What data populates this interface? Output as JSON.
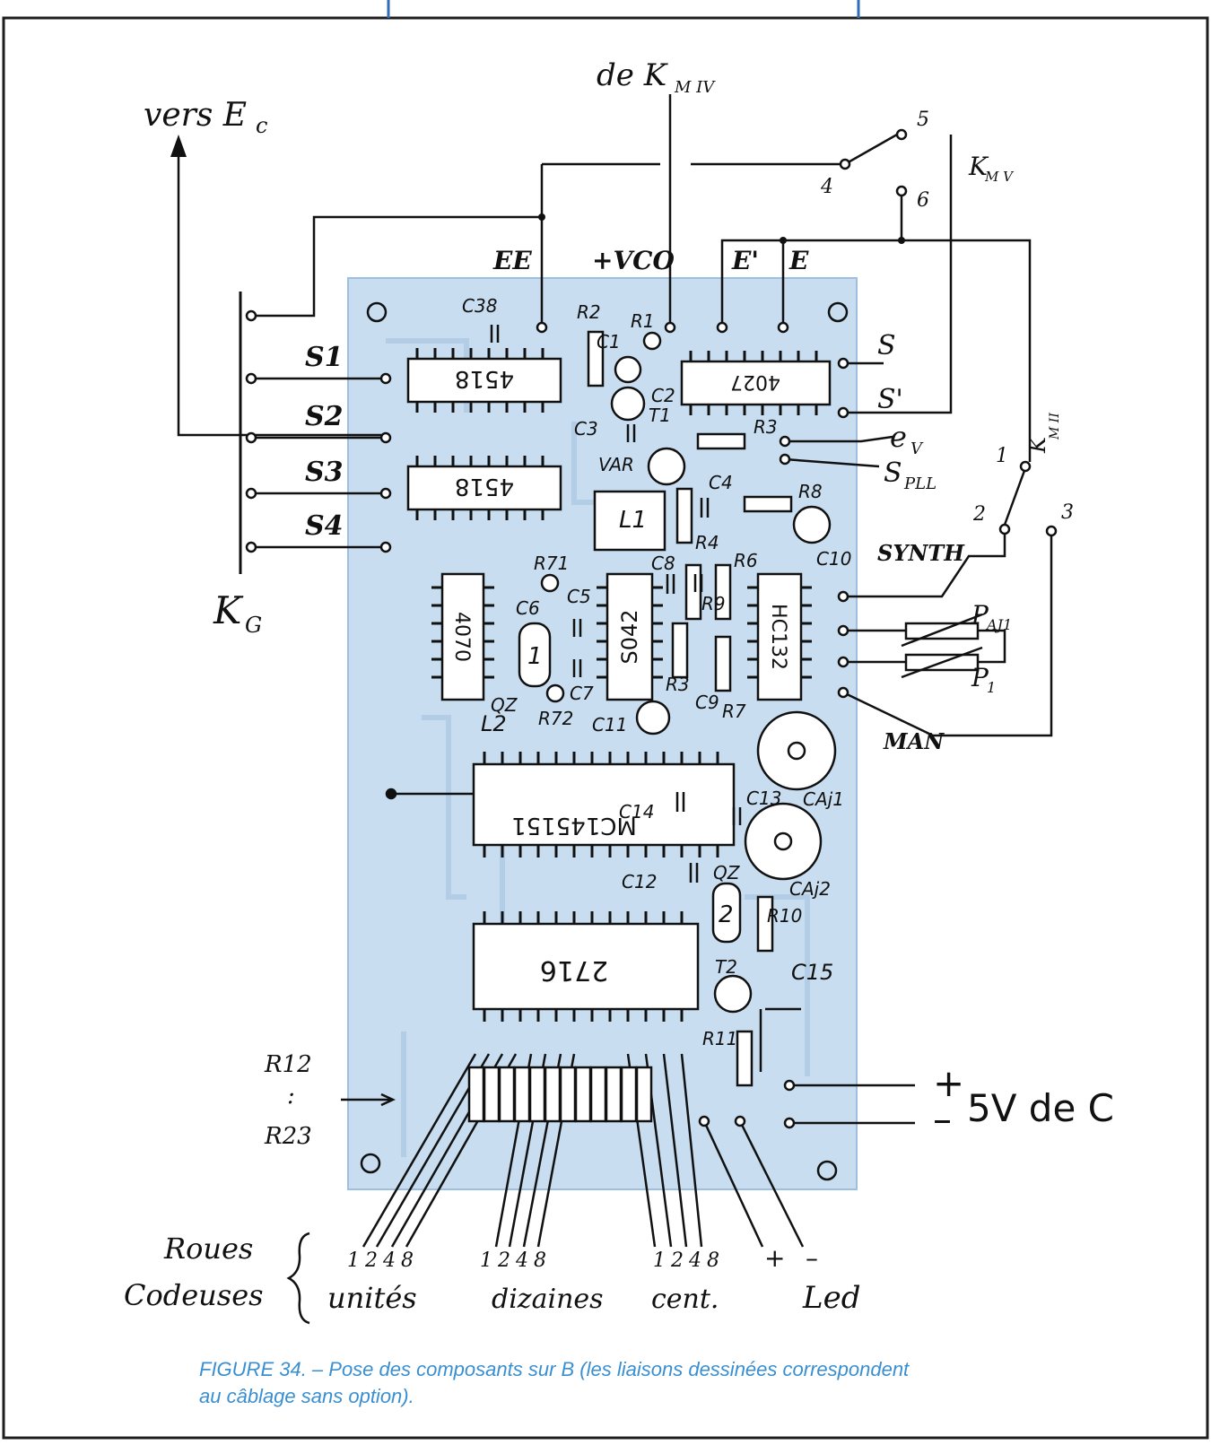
{
  "labels": {
    "vers_ec": "vers E",
    "vers_ec_sub": "c",
    "de_km4": "de K",
    "de_km4_sub": "M IV",
    "ee": "EE",
    "vco": "+VCO",
    "e_prime": "E'",
    "e": "E",
    "km5": "K",
    "km5_sub": "M V",
    "km2": "K",
    "km2_sub": "M II",
    "kg": "K",
    "kg_sub": "G",
    "s": "S",
    "s_prime": "S'",
    "ev": "e",
    "ev_sub": "V",
    "spll": "S",
    "spll_sub": "PLL",
    "synth": "SYNTH",
    "man": "MAN",
    "paj1": "P",
    "paj1_sub": "AJ1",
    "p1": "P",
    "p1_sub": "1",
    "v5": "5V de C",
    "plus": "+",
    "minus": "–",
    "r12": "R12",
    "r_dots": ":",
    "r23": "R23",
    "sw_4": "4",
    "sw_5": "5",
    "sw_6": "6",
    "sw_1": "1",
    "sw_2": "2",
    "sw_3": "3"
  },
  "s_lines": [
    "S1",
    "S2",
    "S3",
    "S4"
  ],
  "chips": {
    "u4518a": "4518",
    "u4518b": "4518",
    "u4027": "4027",
    "u4070": "4070",
    "s042": "S042",
    "hc132": "HC132",
    "mc145151": "MC145151",
    "u2716": "2716"
  },
  "components": {
    "c38": "C38",
    "r2": "R2",
    "r1": "R1",
    "c1": "C1",
    "c2": "C2",
    "t1": "T1",
    "c3": "C3",
    "r3a": "R3",
    "var": "VAR",
    "c4": "C4",
    "r8": "R8",
    "l1": "L1",
    "r4": "R4",
    "c10": "C10",
    "r71": "R71",
    "c8": "C8",
    "r6": "R6",
    "r9": "R9",
    "c6": "C6",
    "c5": "C5",
    "q1": "1",
    "c7": "C7",
    "qz": "QZ",
    "r72": "R72",
    "l2": "L2",
    "c11": "C11",
    "r3b": "R3",
    "c9": "C9",
    "r7": "R7",
    "caj1": "CAj1",
    "c13": "C13",
    "c14": "C14",
    "c12": "C12",
    "qz2": "QZ",
    "q2": "2",
    "caj2": "CAj2",
    "r10": "R10",
    "c15": "C15",
    "t2": "T2",
    "r11": "R11"
  },
  "footer": {
    "roues": "Roues",
    "codeuses": "Codeuses",
    "bits_units": "1248",
    "bits_tens": "1248",
    "bits_hundreds": "1248",
    "led_plus": "+",
    "led_minus": "–",
    "unites": "unités",
    "dizaines": "dizaines",
    "cent": "cent.",
    "led": "Led"
  },
  "caption": {
    "line1": "FIGURE 34. – Pose des composants sur B (les liaisons dessinées correspondent",
    "line2": "au câblage sans option)."
  },
  "colors": {
    "board": "#c8ddf0",
    "ink": "#111111",
    "caption": "#3a8fd1",
    "frame": "#1e1e1e",
    "tab": "#2f6db8"
  }
}
